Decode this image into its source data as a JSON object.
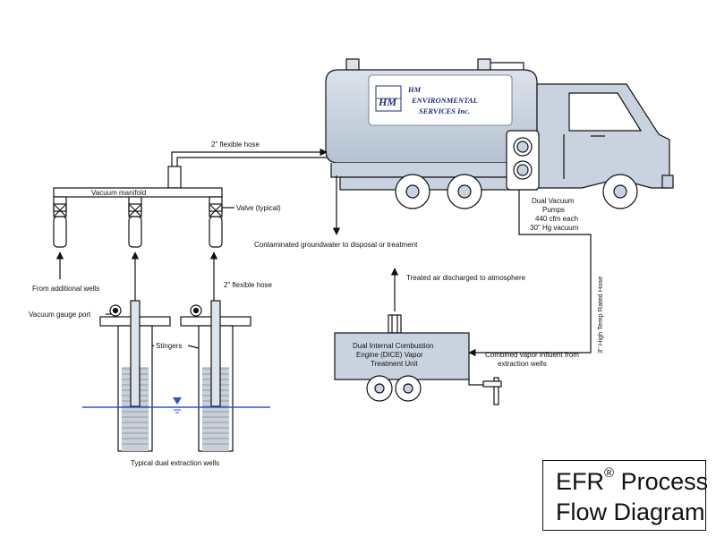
{
  "company": {
    "logo_letters": "HM",
    "line1": "HM",
    "line2": "ENVIRONMENTAL",
    "line3": "SERVICES Inc."
  },
  "labels": {
    "hose_top": "2\" flexible hose",
    "manifold": "Vacuum manifold",
    "valve": "Valve (typical)",
    "additional_wells": "From additional wells",
    "hose_wells": "2\" flexible hose",
    "gauge_port": "Vacuum gauge port",
    "stingers": "Stingers",
    "wells_caption": "Typical dual extraction wells",
    "groundwater": "Contaminated groundwater to disposal or treatment",
    "treated_air": "Treated air discharged to atmosphere",
    "pumps": [
      "Dual Vacuum",
      "Pumps",
      "440 cfm each",
      "30\" Hg vacuum"
    ],
    "high_temp_hose": "3\" High Temp Rated Hose",
    "vapor_influent": [
      "Combined vapor influent from",
      "extraction wells"
    ],
    "dice_unit": [
      "Dual Internal Combustion",
      "Engine (DICE) Vapor",
      "Treatment Unit"
    ]
  },
  "title": {
    "line1_prefix": "EFR",
    "line1_reg": "®",
    "line1_suffix": " Process",
    "line2": "Flow Diagram"
  },
  "colors": {
    "tank": "#c9d3e0",
    "logo_panel": "#ffffff",
    "logo_ink": "#1c2f78",
    "water_line": "#2b57c6",
    "ink": "#111111"
  }
}
